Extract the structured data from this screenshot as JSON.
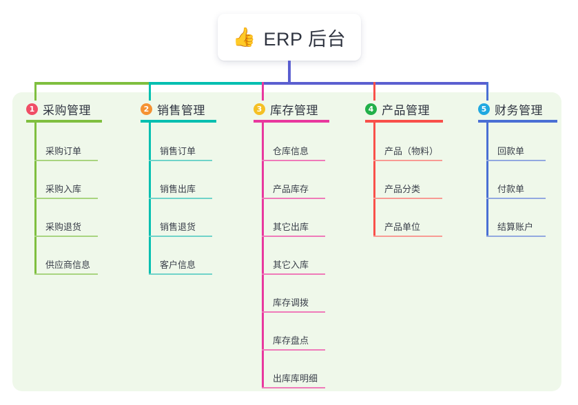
{
  "diagram": {
    "title": "ERP 后台",
    "root": {
      "icon": "thumbs-up-icon",
      "emoji": "👍",
      "label": "ERP 后台"
    },
    "panel_color": "#eff8ea",
    "root_stem_color": "#5b5fd0",
    "columns": [
      {
        "number": "1",
        "label": "采购管理",
        "badge_color": "#f04e66",
        "line_color": "#7fbf3f",
        "leaf_line_color": "#a8d47f",
        "children": [
          {
            "label": "采购订单"
          },
          {
            "label": "采购入库"
          },
          {
            "label": "采购退货"
          },
          {
            "label": "供应商信息"
          }
        ]
      },
      {
        "number": "2",
        "label": "销售管理",
        "badge_color": "#f59233",
        "line_color": "#00bfb0",
        "leaf_line_color": "#6fd3c9",
        "children": [
          {
            "label": "销售订单"
          },
          {
            "label": "销售出库"
          },
          {
            "label": "销售退货"
          },
          {
            "label": "客户信息"
          }
        ]
      },
      {
        "number": "3",
        "label": "库存管理",
        "badge_color": "#f5c024",
        "line_color": "#e8389e",
        "leaf_line_color": "#ef7ab9",
        "children": [
          {
            "label": "仓库信息"
          },
          {
            "label": "产品库存"
          },
          {
            "label": "其它出库"
          },
          {
            "label": "其它入库"
          },
          {
            "label": "库存调拨"
          },
          {
            "label": "库存盘点"
          },
          {
            "label": "出库库明细"
          }
        ]
      },
      {
        "number": "4",
        "label": "产品管理",
        "badge_color": "#22b04a",
        "line_color": "#f9504a",
        "leaf_line_color": "#f89a93",
        "children": [
          {
            "label": "产品（物料）"
          },
          {
            "label": "产品分类"
          },
          {
            "label": "产品单位"
          }
        ]
      },
      {
        "number": "5",
        "label": "财务管理",
        "badge_color": "#20a8e0",
        "line_color": "#4a6fd4",
        "leaf_line_color": "#92a8e0",
        "children": [
          {
            "label": "回款单"
          },
          {
            "label": "付款单"
          },
          {
            "label": "结算账户"
          }
        ]
      }
    ]
  }
}
